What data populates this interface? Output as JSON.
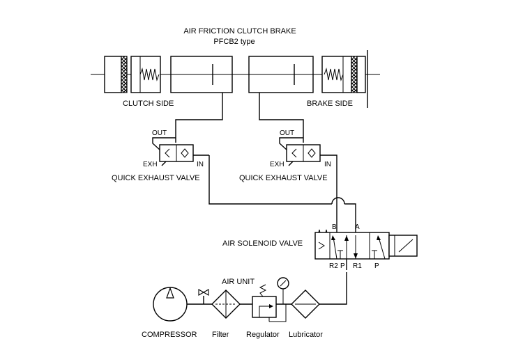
{
  "title": {
    "line1": "AIR  FRICTION  CLUTCH  BRAKE",
    "line2": "PFCB2   type"
  },
  "labels": {
    "clutch_side": "CLUTCH   SIDE",
    "brake_side": "BRAKE   SIDE",
    "qev": "QUICK  EXHAUST  VALVE",
    "out": "OUT",
    "exh": "EXH",
    "in": "IN",
    "solenoid": "AIR  SOLENOID  VALVE",
    "port_b": "B",
    "port_a": "A",
    "port_r2": "R2",
    "port_p_left": "P",
    "port_r1": "R1",
    "port_p": "P",
    "air_unit": "AIR  UNIT",
    "compressor": "COMPRESSOR",
    "filter": "Filter",
    "regulator": "Regulator",
    "lubricator": "Lubricator"
  }
}
